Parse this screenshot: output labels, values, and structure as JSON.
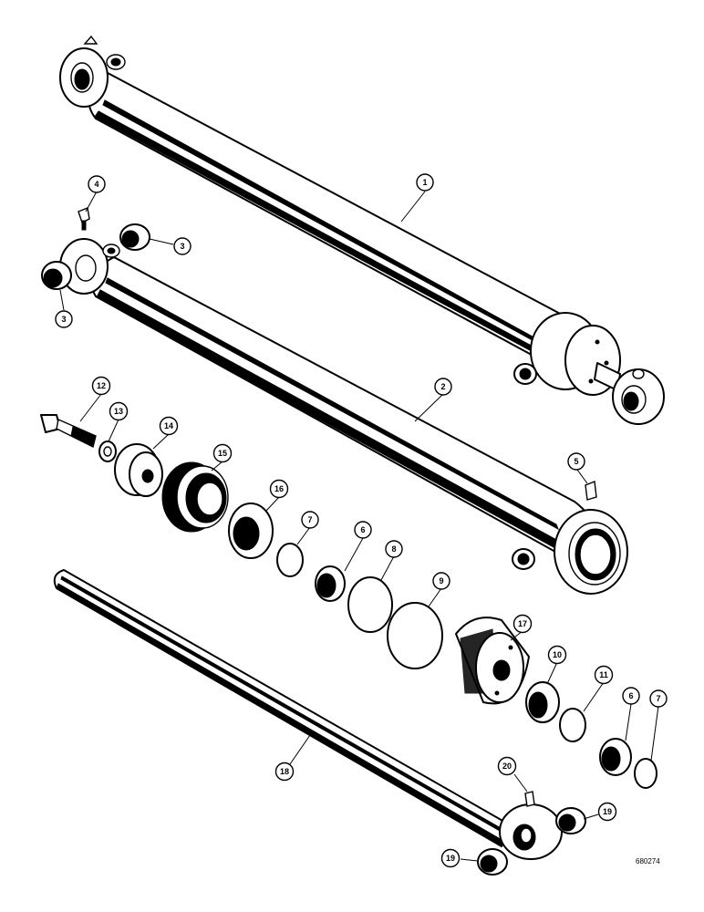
{
  "diagram": {
    "reference_number": "680274",
    "callouts": [
      {
        "id": "c1",
        "label": "1"
      },
      {
        "id": "c2",
        "label": "2"
      },
      {
        "id": "c3a",
        "label": "3"
      },
      {
        "id": "c3b",
        "label": "3"
      },
      {
        "id": "c4",
        "label": "4"
      },
      {
        "id": "c5",
        "label": "5"
      },
      {
        "id": "c6a",
        "label": "6"
      },
      {
        "id": "c6b",
        "label": "6"
      },
      {
        "id": "c7a",
        "label": "7"
      },
      {
        "id": "c7b",
        "label": "7"
      },
      {
        "id": "c8",
        "label": "8"
      },
      {
        "id": "c9",
        "label": "9"
      },
      {
        "id": "c10",
        "label": "10"
      },
      {
        "id": "c11",
        "label": "11"
      },
      {
        "id": "c12",
        "label": "12"
      },
      {
        "id": "c13",
        "label": "13"
      },
      {
        "id": "c14",
        "label": "14"
      },
      {
        "id": "c15",
        "label": "15"
      },
      {
        "id": "c16",
        "label": "16"
      },
      {
        "id": "c17",
        "label": "17"
      },
      {
        "id": "c18",
        "label": "18"
      },
      {
        "id": "c19a",
        "label": "19"
      },
      {
        "id": "c19b",
        "label": "19"
      },
      {
        "id": "c20",
        "label": "20"
      }
    ]
  }
}
